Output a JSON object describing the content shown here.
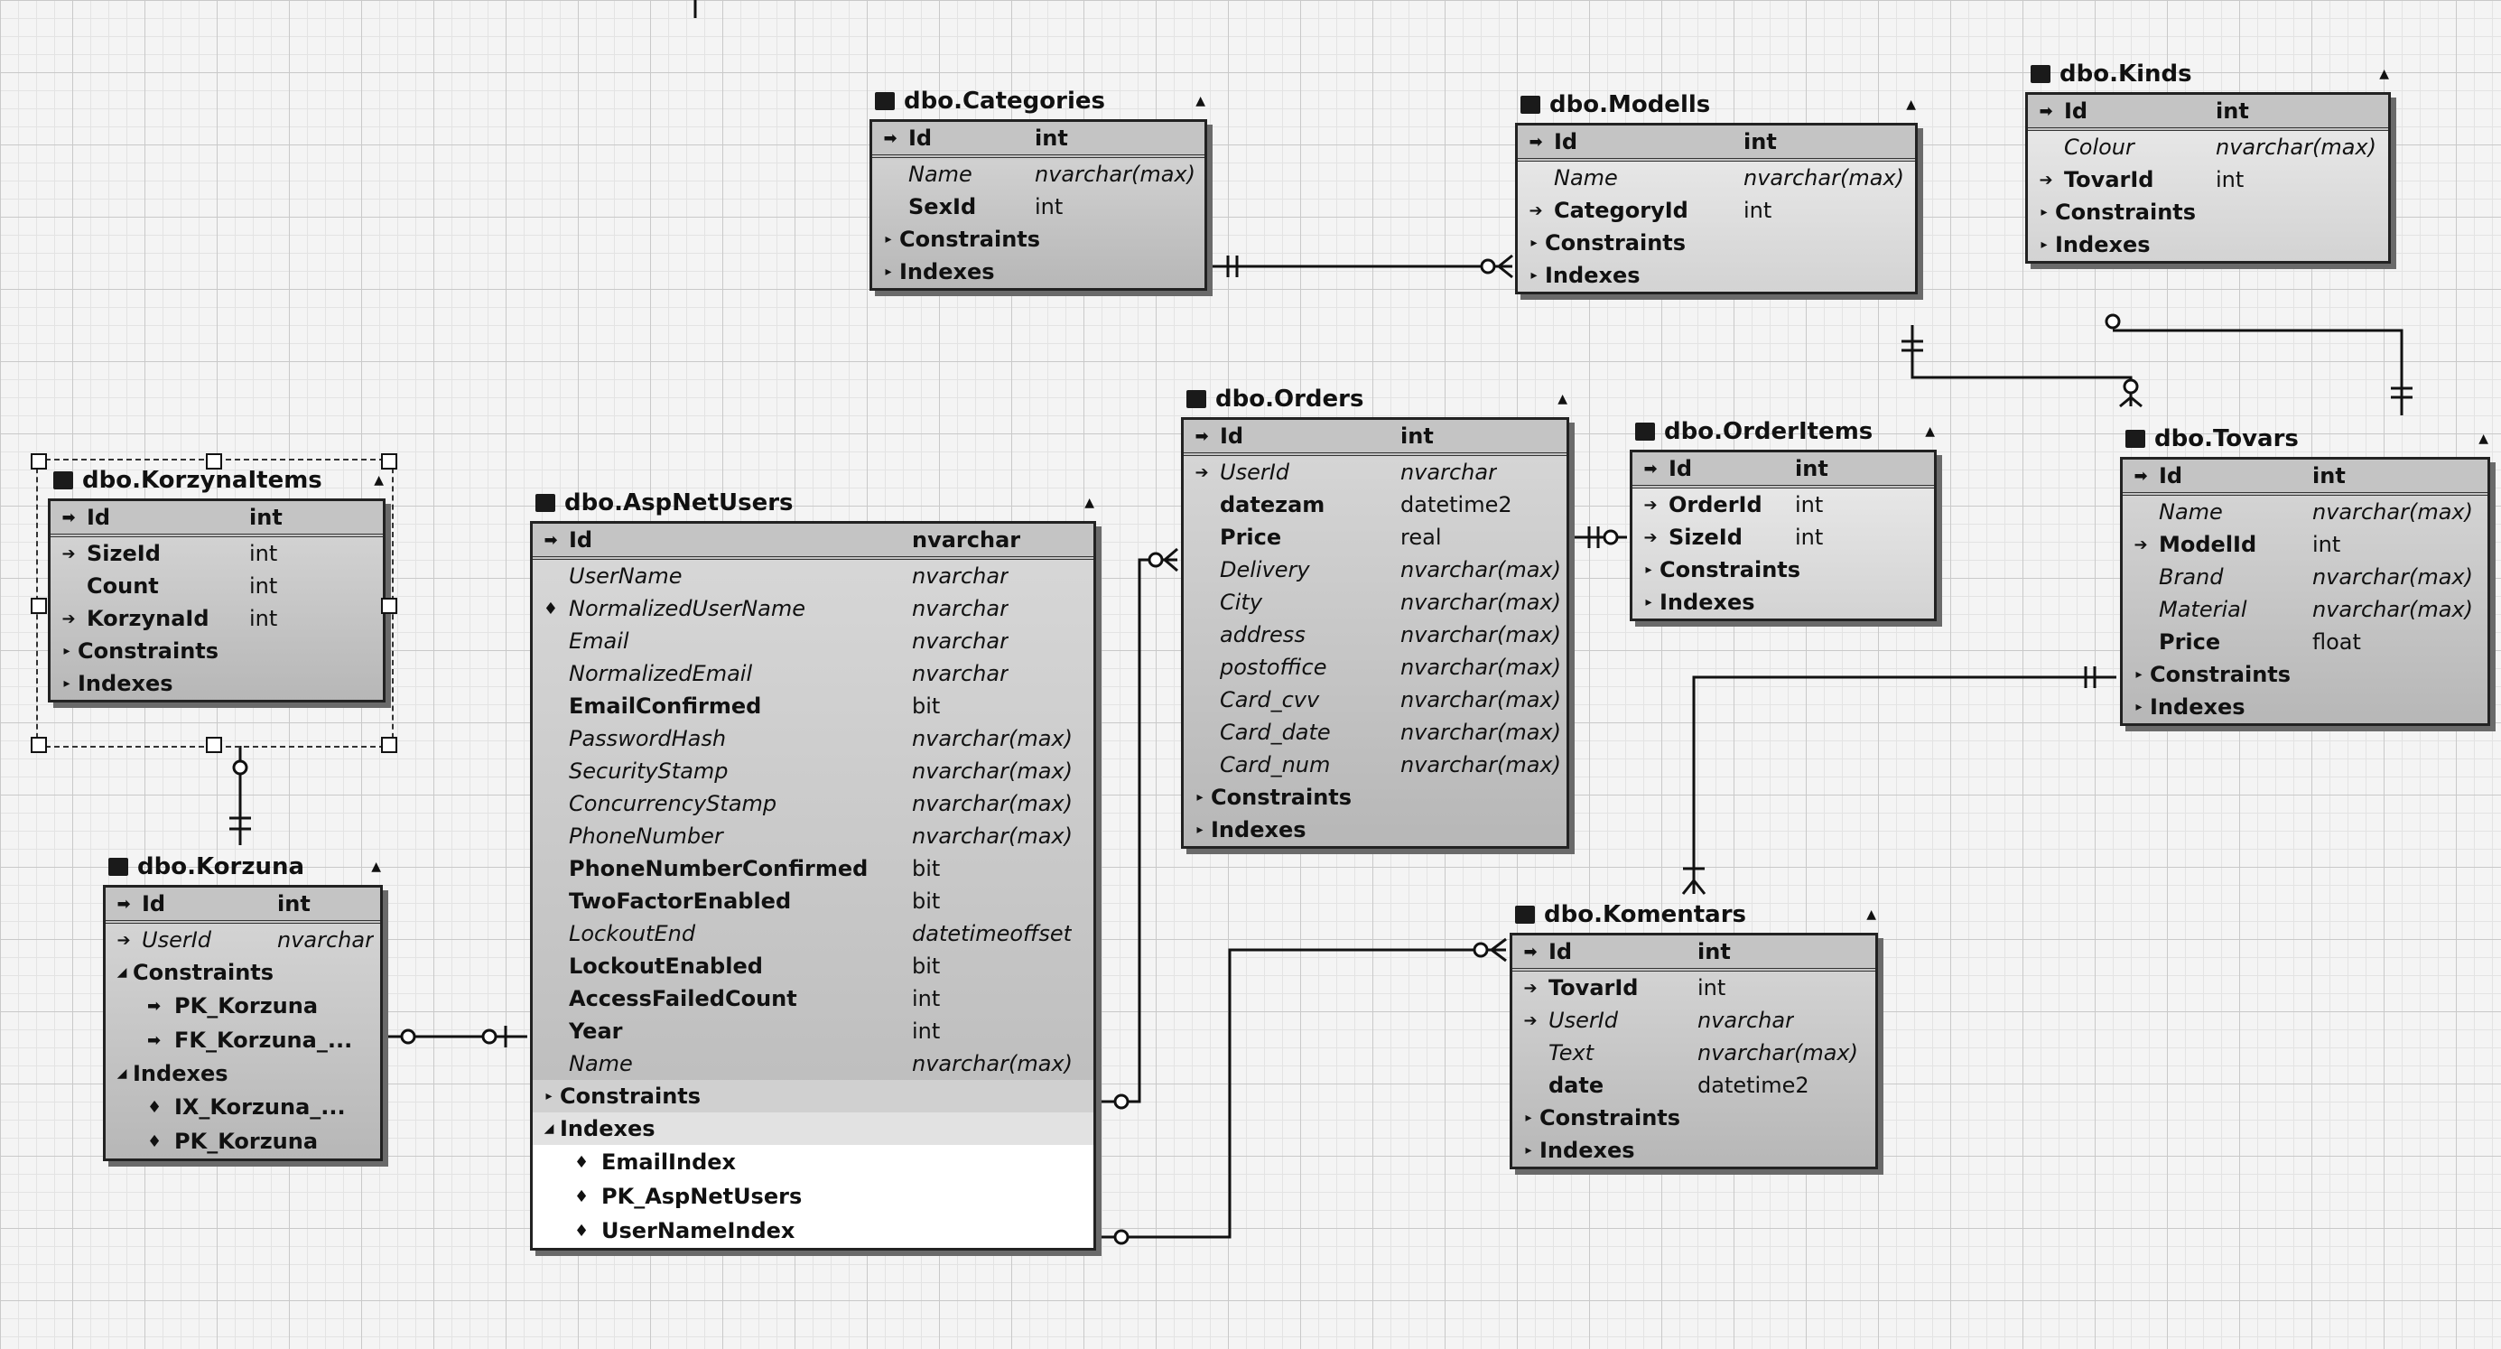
{
  "entities": {
    "categories": {
      "title": "dbo.Categories",
      "fields": [
        {
          "name": "Id",
          "type": "int"
        },
        {
          "name": "Name",
          "type": "nvarchar(max)"
        },
        {
          "name": "SexId",
          "type": "int"
        }
      ],
      "sections": {
        "constraints": "Constraints",
        "indexes": "Indexes"
      }
    },
    "modells": {
      "title": "dbo.Modells",
      "fields": [
        {
          "name": "Id",
          "type": "int"
        },
        {
          "name": "Name",
          "type": "nvarchar(max)"
        },
        {
          "name": "CategoryId",
          "type": "int"
        }
      ],
      "sections": {
        "constraints": "Constraints",
        "indexes": "Indexes"
      }
    },
    "kinds": {
      "title": "dbo.Kinds",
      "fields": [
        {
          "name": "Id",
          "type": "int"
        },
        {
          "name": "Colour",
          "type": "nvarchar(max)"
        },
        {
          "name": "TovarId",
          "type": "int"
        }
      ],
      "sections": {
        "constraints": "Constraints",
        "indexes": "Indexes"
      }
    },
    "orders": {
      "title": "dbo.Orders",
      "fields": [
        {
          "name": "Id",
          "type": "int"
        },
        {
          "name": "UserId",
          "type": "nvarchar"
        },
        {
          "name": "datezam",
          "type": "datetime2"
        },
        {
          "name": "Price",
          "type": "real"
        },
        {
          "name": "Delivery",
          "type": "nvarchar(max)"
        },
        {
          "name": "City",
          "type": "nvarchar(max)"
        },
        {
          "name": "address",
          "type": "nvarchar(max)"
        },
        {
          "name": "postoffice",
          "type": "nvarchar(max)"
        },
        {
          "name": "Card_cvv",
          "type": "nvarchar(max)"
        },
        {
          "name": "Card_date",
          "type": "nvarchar(max)"
        },
        {
          "name": "Card_num",
          "type": "nvarchar(max)"
        }
      ],
      "sections": {
        "constraints": "Constraints",
        "indexes": "Indexes"
      }
    },
    "orderitems": {
      "title": "dbo.OrderItems",
      "fields": [
        {
          "name": "Id",
          "type": "int"
        },
        {
          "name": "OrderId",
          "type": "int"
        },
        {
          "name": "SizeId",
          "type": "int"
        }
      ],
      "sections": {
        "constraints": "Constraints",
        "indexes": "Indexes"
      }
    },
    "tovars": {
      "title": "dbo.Tovars",
      "fields": [
        {
          "name": "Id",
          "type": "int"
        },
        {
          "name": "Name",
          "type": "nvarchar(max)"
        },
        {
          "name": "ModelId",
          "type": "int"
        },
        {
          "name": "Brand",
          "type": "nvarchar(max)"
        },
        {
          "name": "Material",
          "type": "nvarchar(max)"
        },
        {
          "name": "Price",
          "type": "float"
        }
      ],
      "sections": {
        "constraints": "Constraints",
        "indexes": "Indexes"
      }
    },
    "korzynaitems": {
      "title": "dbo.KorzynaItems",
      "fields": [
        {
          "name": "Id",
          "type": "int"
        },
        {
          "name": "SizeId",
          "type": "int"
        },
        {
          "name": "Count",
          "type": "int"
        },
        {
          "name": "KorzynaId",
          "type": "int"
        }
      ],
      "sections": {
        "constraints": "Constraints",
        "indexes": "Indexes"
      }
    },
    "aspnetusers": {
      "title": "dbo.AspNetUsers",
      "fields": [
        {
          "name": "Id",
          "type": "nvarchar"
        },
        {
          "name": "UserName",
          "type": "nvarchar"
        },
        {
          "name": "NormalizedUserName",
          "type": "nvarchar"
        },
        {
          "name": "Email",
          "type": "nvarchar"
        },
        {
          "name": "NormalizedEmail",
          "type": "nvarchar"
        },
        {
          "name": "EmailConfirmed",
          "type": "bit"
        },
        {
          "name": "PasswordHash",
          "type": "nvarchar(max)"
        },
        {
          "name": "SecurityStamp",
          "type": "nvarchar(max)"
        },
        {
          "name": "ConcurrencyStamp",
          "type": "nvarchar(max)"
        },
        {
          "name": "PhoneNumber",
          "type": "nvarchar(max)"
        },
        {
          "name": "PhoneNumberConfirmed",
          "type": "bit"
        },
        {
          "name": "TwoFactorEnabled",
          "type": "bit"
        },
        {
          "name": "LockoutEnd",
          "type": "datetimeoffset"
        },
        {
          "name": "LockoutEnabled",
          "type": "bit"
        },
        {
          "name": "AccessFailedCount",
          "type": "int"
        },
        {
          "name": "Year",
          "type": "int"
        },
        {
          "name": "Name",
          "type": "nvarchar(max)"
        }
      ],
      "sections": {
        "constraints": "Constraints",
        "indexes": "Indexes"
      },
      "index_items": [
        "EmailIndex",
        "PK_AspNetUsers",
        "UserNameIndex"
      ]
    },
    "korzuna": {
      "title": "dbo.Korzuna",
      "fields": [
        {
          "name": "Id",
          "type": "int"
        },
        {
          "name": "UserId",
          "type": "nvarchar"
        }
      ],
      "sections": {
        "constraints": "Constraints",
        "indexes": "Indexes"
      },
      "constraint_items": [
        "PK_Korzuna",
        "FK_Korzuna_..."
      ],
      "index_items": [
        "IX_Korzuna_...",
        "PK_Korzuna"
      ]
    },
    "komentars": {
      "title": "dbo.Komentars",
      "fields": [
        {
          "name": "Id",
          "type": "int"
        },
        {
          "name": "TovarId",
          "type": "int"
        },
        {
          "name": "UserId",
          "type": "nvarchar"
        },
        {
          "name": "Text",
          "type": "nvarchar(max)"
        },
        {
          "name": "date",
          "type": "datetime2"
        }
      ],
      "sections": {
        "constraints": "Constraints",
        "indexes": "Indexes"
      }
    }
  },
  "icons": {
    "table": "table-icon",
    "primary_key": "key-icon",
    "foreign_key": "foreign-key-icon",
    "collapse": "collapse-arrow-icon",
    "expand": "expand-arrow-icon",
    "index": "index-icon"
  }
}
